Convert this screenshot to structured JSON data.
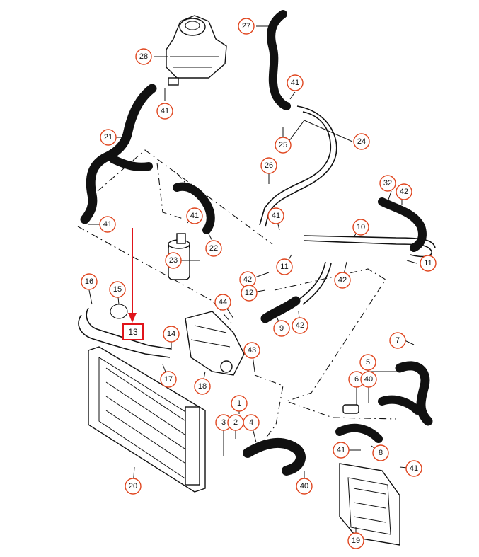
{
  "callouts": [
    {
      "id": "c27",
      "label": "27"
    },
    {
      "id": "c28",
      "label": "28"
    },
    {
      "id": "c41a",
      "label": "41"
    },
    {
      "id": "c41b",
      "label": "41"
    },
    {
      "id": "c21",
      "label": "21"
    },
    {
      "id": "c24",
      "label": "24"
    },
    {
      "id": "c25",
      "label": "25"
    },
    {
      "id": "c26",
      "label": "26"
    },
    {
      "id": "c41c",
      "label": "41"
    },
    {
      "id": "c32",
      "label": "32"
    },
    {
      "id": "c42a",
      "label": "42"
    },
    {
      "id": "c41d",
      "label": "41"
    },
    {
      "id": "c41e",
      "label": "41"
    },
    {
      "id": "c22",
      "label": "22"
    },
    {
      "id": "c10",
      "label": "10"
    },
    {
      "id": "c23",
      "label": "23"
    },
    {
      "id": "c11a",
      "label": "11"
    },
    {
      "id": "c11b",
      "label": "11"
    },
    {
      "id": "c42b",
      "label": "42"
    },
    {
      "id": "c42c",
      "label": "42"
    },
    {
      "id": "c12",
      "label": "12"
    },
    {
      "id": "c16",
      "label": "16"
    },
    {
      "id": "c15",
      "label": "15"
    },
    {
      "id": "c44",
      "label": "44"
    },
    {
      "id": "c9",
      "label": "9"
    },
    {
      "id": "c42d",
      "label": "42"
    },
    {
      "id": "c7",
      "label": "7"
    },
    {
      "id": "c14",
      "label": "14"
    },
    {
      "id": "c43",
      "label": "43"
    },
    {
      "id": "c5",
      "label": "5"
    },
    {
      "id": "c17",
      "label": "17"
    },
    {
      "id": "c18",
      "label": "18"
    },
    {
      "id": "c6",
      "label": "6"
    },
    {
      "id": "c40a",
      "label": "40"
    },
    {
      "id": "c1",
      "label": "1"
    },
    {
      "id": "c3",
      "label": "3"
    },
    {
      "id": "c2",
      "label": "2"
    },
    {
      "id": "c4",
      "label": "4"
    },
    {
      "id": "c41f",
      "label": "41"
    },
    {
      "id": "c8",
      "label": "8"
    },
    {
      "id": "c41g",
      "label": "41"
    },
    {
      "id": "c20",
      "label": "20"
    },
    {
      "id": "c40b",
      "label": "40"
    },
    {
      "id": "c19",
      "label": "19"
    }
  ],
  "highlight": {
    "label": "13",
    "color": "#e0151b"
  },
  "colors": {
    "callout_ring": "#e0461f",
    "line": "#111111"
  }
}
